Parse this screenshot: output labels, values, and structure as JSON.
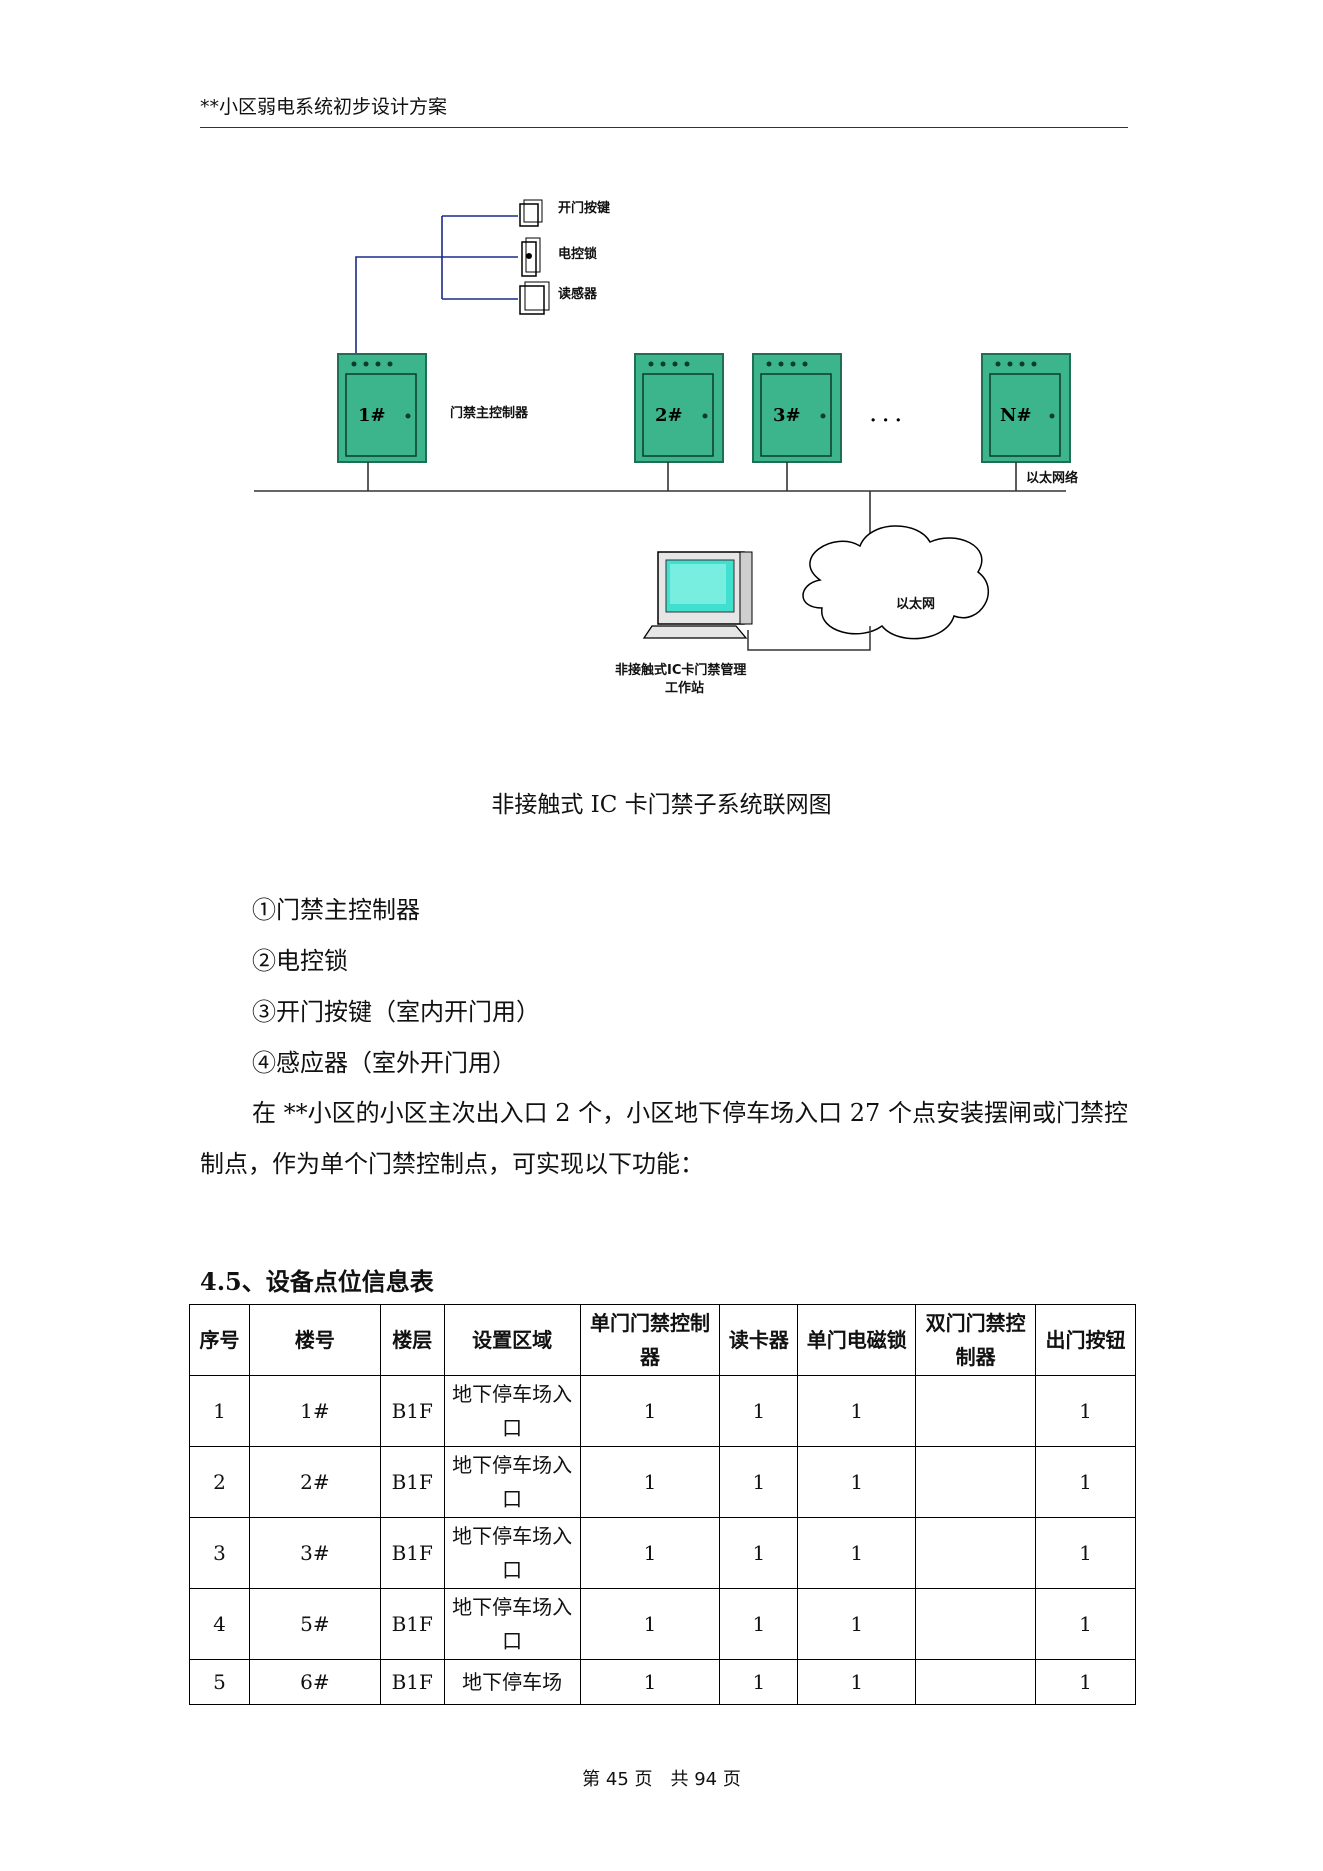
{
  "header": {
    "title": "**小区弱电系统初步设计方案"
  },
  "diagram": {
    "devices": [
      "开门按键",
      "电控锁",
      "读感器"
    ],
    "controllers": [
      "1#",
      "2#",
      "3#",
      "N#"
    ],
    "controller_label": "门禁主控制器",
    "ellipsis": "· · ·",
    "bus_label": "以太网络",
    "cloud_label": "以太网",
    "workstation_label_1": "非接触式IC卡门禁管理",
    "workstation_label_2": "工作站"
  },
  "caption": "非接触式 IC 卡门禁子系统联网图",
  "items": [
    "①门禁主控制器",
    "②电控锁",
    "③开门按键（室内开门用）",
    "④感应器（室外开门用）"
  ],
  "paragraph": "在 **小区的小区主次出入口 2 个，小区地下停车场入口 27 个点安装摆闸或门禁控制点，作为单个门禁控制点，可实现以下功能：",
  "section_title": "4.5、设备点位信息表",
  "table": {
    "headers": [
      "序号",
      "楼号",
      "楼层",
      "设置区域",
      "单门门禁控制器",
      "读卡器",
      "单门电磁锁",
      "双门门禁控制器",
      "出门按钮"
    ],
    "rows": [
      [
        "1",
        "1#",
        "B1F",
        "地下停车场入口",
        "1",
        "1",
        "1",
        "",
        "1"
      ],
      [
        "2",
        "2#",
        "B1F",
        "地下停车场入口",
        "1",
        "1",
        "1",
        "",
        "1"
      ],
      [
        "3",
        "3#",
        "B1F",
        "地下停车场入口",
        "1",
        "1",
        "1",
        "",
        "1"
      ],
      [
        "4",
        "5#",
        "B1F",
        "地下停车场入口",
        "1",
        "1",
        "1",
        "",
        "1"
      ],
      [
        "5",
        "6#",
        "B1F",
        "地下停车场",
        "1",
        "1",
        "1",
        "",
        "1"
      ]
    ]
  },
  "footer": "第 45 页　共 94 页",
  "colors": {
    "cabinet": "#3cb48c",
    "cabinet_dark": "#1f6e55",
    "line": "#1a2a8a",
    "screen": "#40e0d0"
  }
}
